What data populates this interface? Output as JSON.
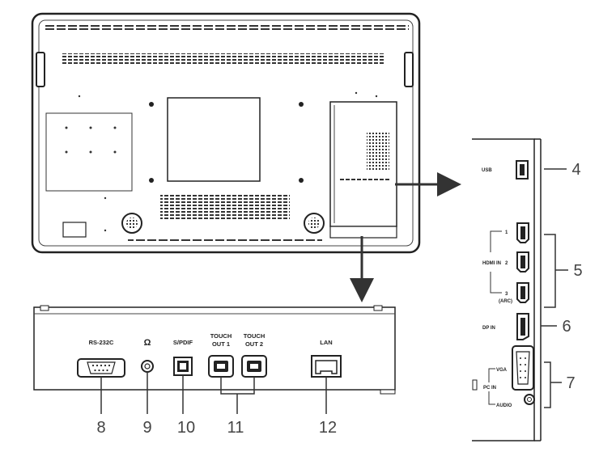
{
  "bottom_panel": {
    "rs232c": "RS-232C",
    "headphone": "Ω",
    "spdif": "S/PDIF",
    "touch_out_1_line1": "TOUCH",
    "touch_out_1_line2": "OUT 1",
    "touch_out_2_line1": "TOUCH",
    "touch_out_2_line2": "OUT 2",
    "lan": "LAN"
  },
  "side_panel": {
    "usb": "USB",
    "hdmi_in": "HDMI IN",
    "hdmi_1": "1",
    "hdmi_2": "2",
    "hdmi_3": "3",
    "arc": "(ARC)",
    "dp_in": "DP IN",
    "vga": "VGA",
    "pc_in": "PC IN",
    "audio": "AUDIO"
  },
  "callouts": {
    "n4": "4",
    "n5": "5",
    "n6": "6",
    "n7": "7",
    "n8": "8",
    "n9": "9",
    "n10": "10",
    "n11": "11",
    "n12": "12"
  }
}
